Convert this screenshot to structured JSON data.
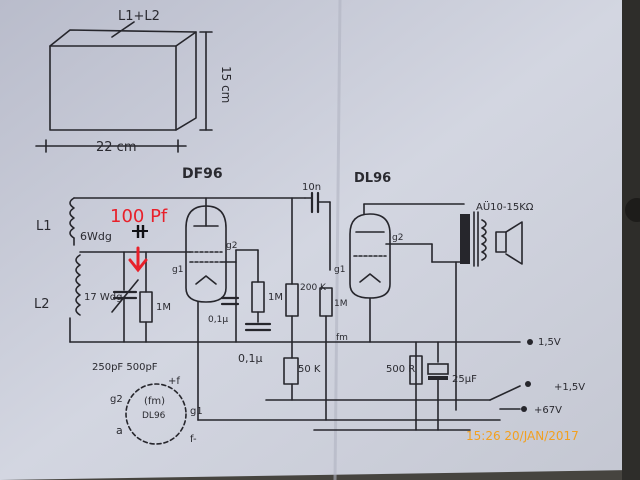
{
  "labels": {
    "box_title": "L1+L2",
    "box_height": "15 cm",
    "box_width": "22 cm",
    "tube1": "DF96",
    "tube2": "DL96",
    "cap_coupling": "10n",
    "speaker": "AÜ10-15KΩ",
    "l1": "L1",
    "l2": "L2",
    "l1_turns": "6Wdg",
    "l2_turns": "17 Wdg",
    "added_cap": "100 Pf",
    "variable_caps": "250pF  500pF",
    "r_grid1": "1M",
    "r_screen1": "1M",
    "c_screen1": "0,1µ",
    "c_bypass": "0,1µ",
    "r_plate1": "200 K",
    "r_grid2": "1M",
    "r_bias": "50 K",
    "r_cathode": "500 R",
    "c_cathode": "25µF",
    "supply_15": "1,5V",
    "supply_plus15": "+1,5V",
    "supply_67": "+67V",
    "g1": "g1",
    "g2": "g2",
    "fm": "fm",
    "base_label": "DL96",
    "base_fm": "(fm)",
    "base_g2": "g2",
    "base_g1": "g1",
    "base_a": "a",
    "base_fminus": "f-",
    "base_fplus": "+f"
  },
  "timestamp": "15:26 20/JAN/2017",
  "colors": {
    "paper": "#cdd0dc",
    "ink": "#26262c",
    "annotation": "#e8202a",
    "timestamp": "#f2a020"
  }
}
